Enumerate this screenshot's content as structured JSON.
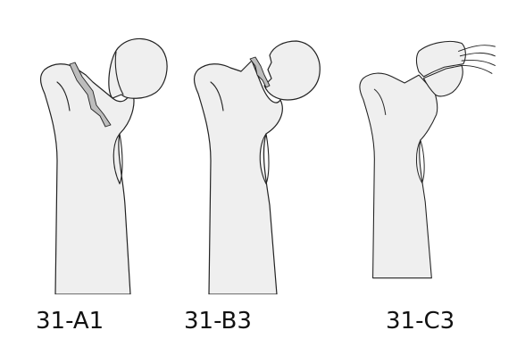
{
  "labels": {
    "a1": "31-A1",
    "b3": "31-B3",
    "c3": "31-C3"
  },
  "colors": {
    "bone_fill": "#efefef",
    "outline": "#222222",
    "fracture_gap": "#bdbdbd",
    "background": "#ffffff"
  }
}
